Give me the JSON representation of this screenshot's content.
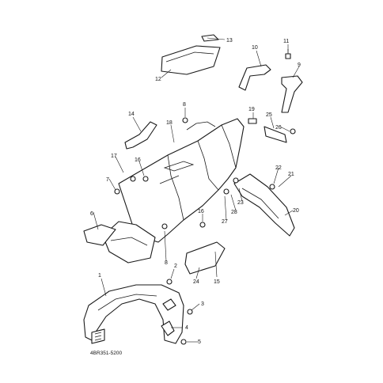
{
  "diagram": {
    "drawing_code": "4BR351-5200",
    "callouts": [
      "1",
      "2",
      "3",
      "4",
      "5",
      "6",
      "7",
      "8",
      "8",
      "9",
      "10",
      "11",
      "12",
      "13",
      "14",
      "15",
      "16",
      "16",
      "17",
      "18",
      "19",
      "20",
      "21",
      "22",
      "23",
      "24",
      "25",
      "26",
      "27",
      "28"
    ]
  }
}
